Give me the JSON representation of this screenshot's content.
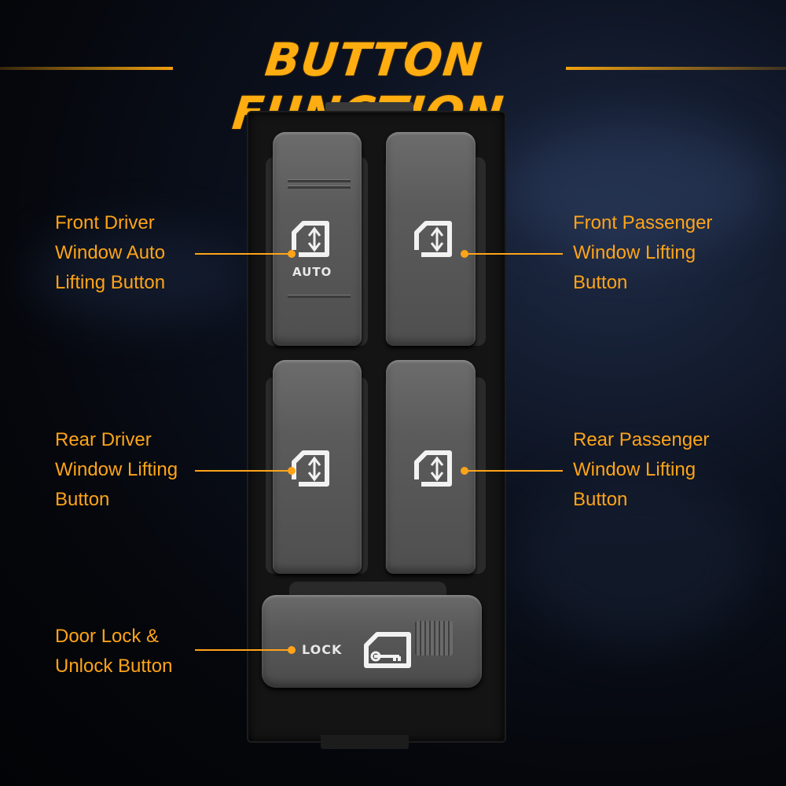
{
  "title": "BUTTON FUNCTION",
  "colors": {
    "accent": "#ffa418",
    "title": "#ffad10",
    "panel": "#141414",
    "key": "#5b5b5b"
  },
  "labels": {
    "front_driver": [
      "Front Driver",
      "Window Auto",
      "Lifting Button"
    ],
    "front_passenger": [
      "Front Passenger",
      "Window Lifting",
      "Button"
    ],
    "rear_driver": [
      "Rear Driver",
      "Window Lifting",
      "Button"
    ],
    "rear_passenger": [
      "Rear Passenger",
      "Window Lifting",
      "Button"
    ],
    "door_lock": [
      "Door Lock &",
      "Unlock Button"
    ]
  },
  "switch": {
    "auto_label": "AUTO",
    "lock_label": "LOCK",
    "icons": [
      "window-up-down-icon",
      "lock-door-icon"
    ]
  }
}
